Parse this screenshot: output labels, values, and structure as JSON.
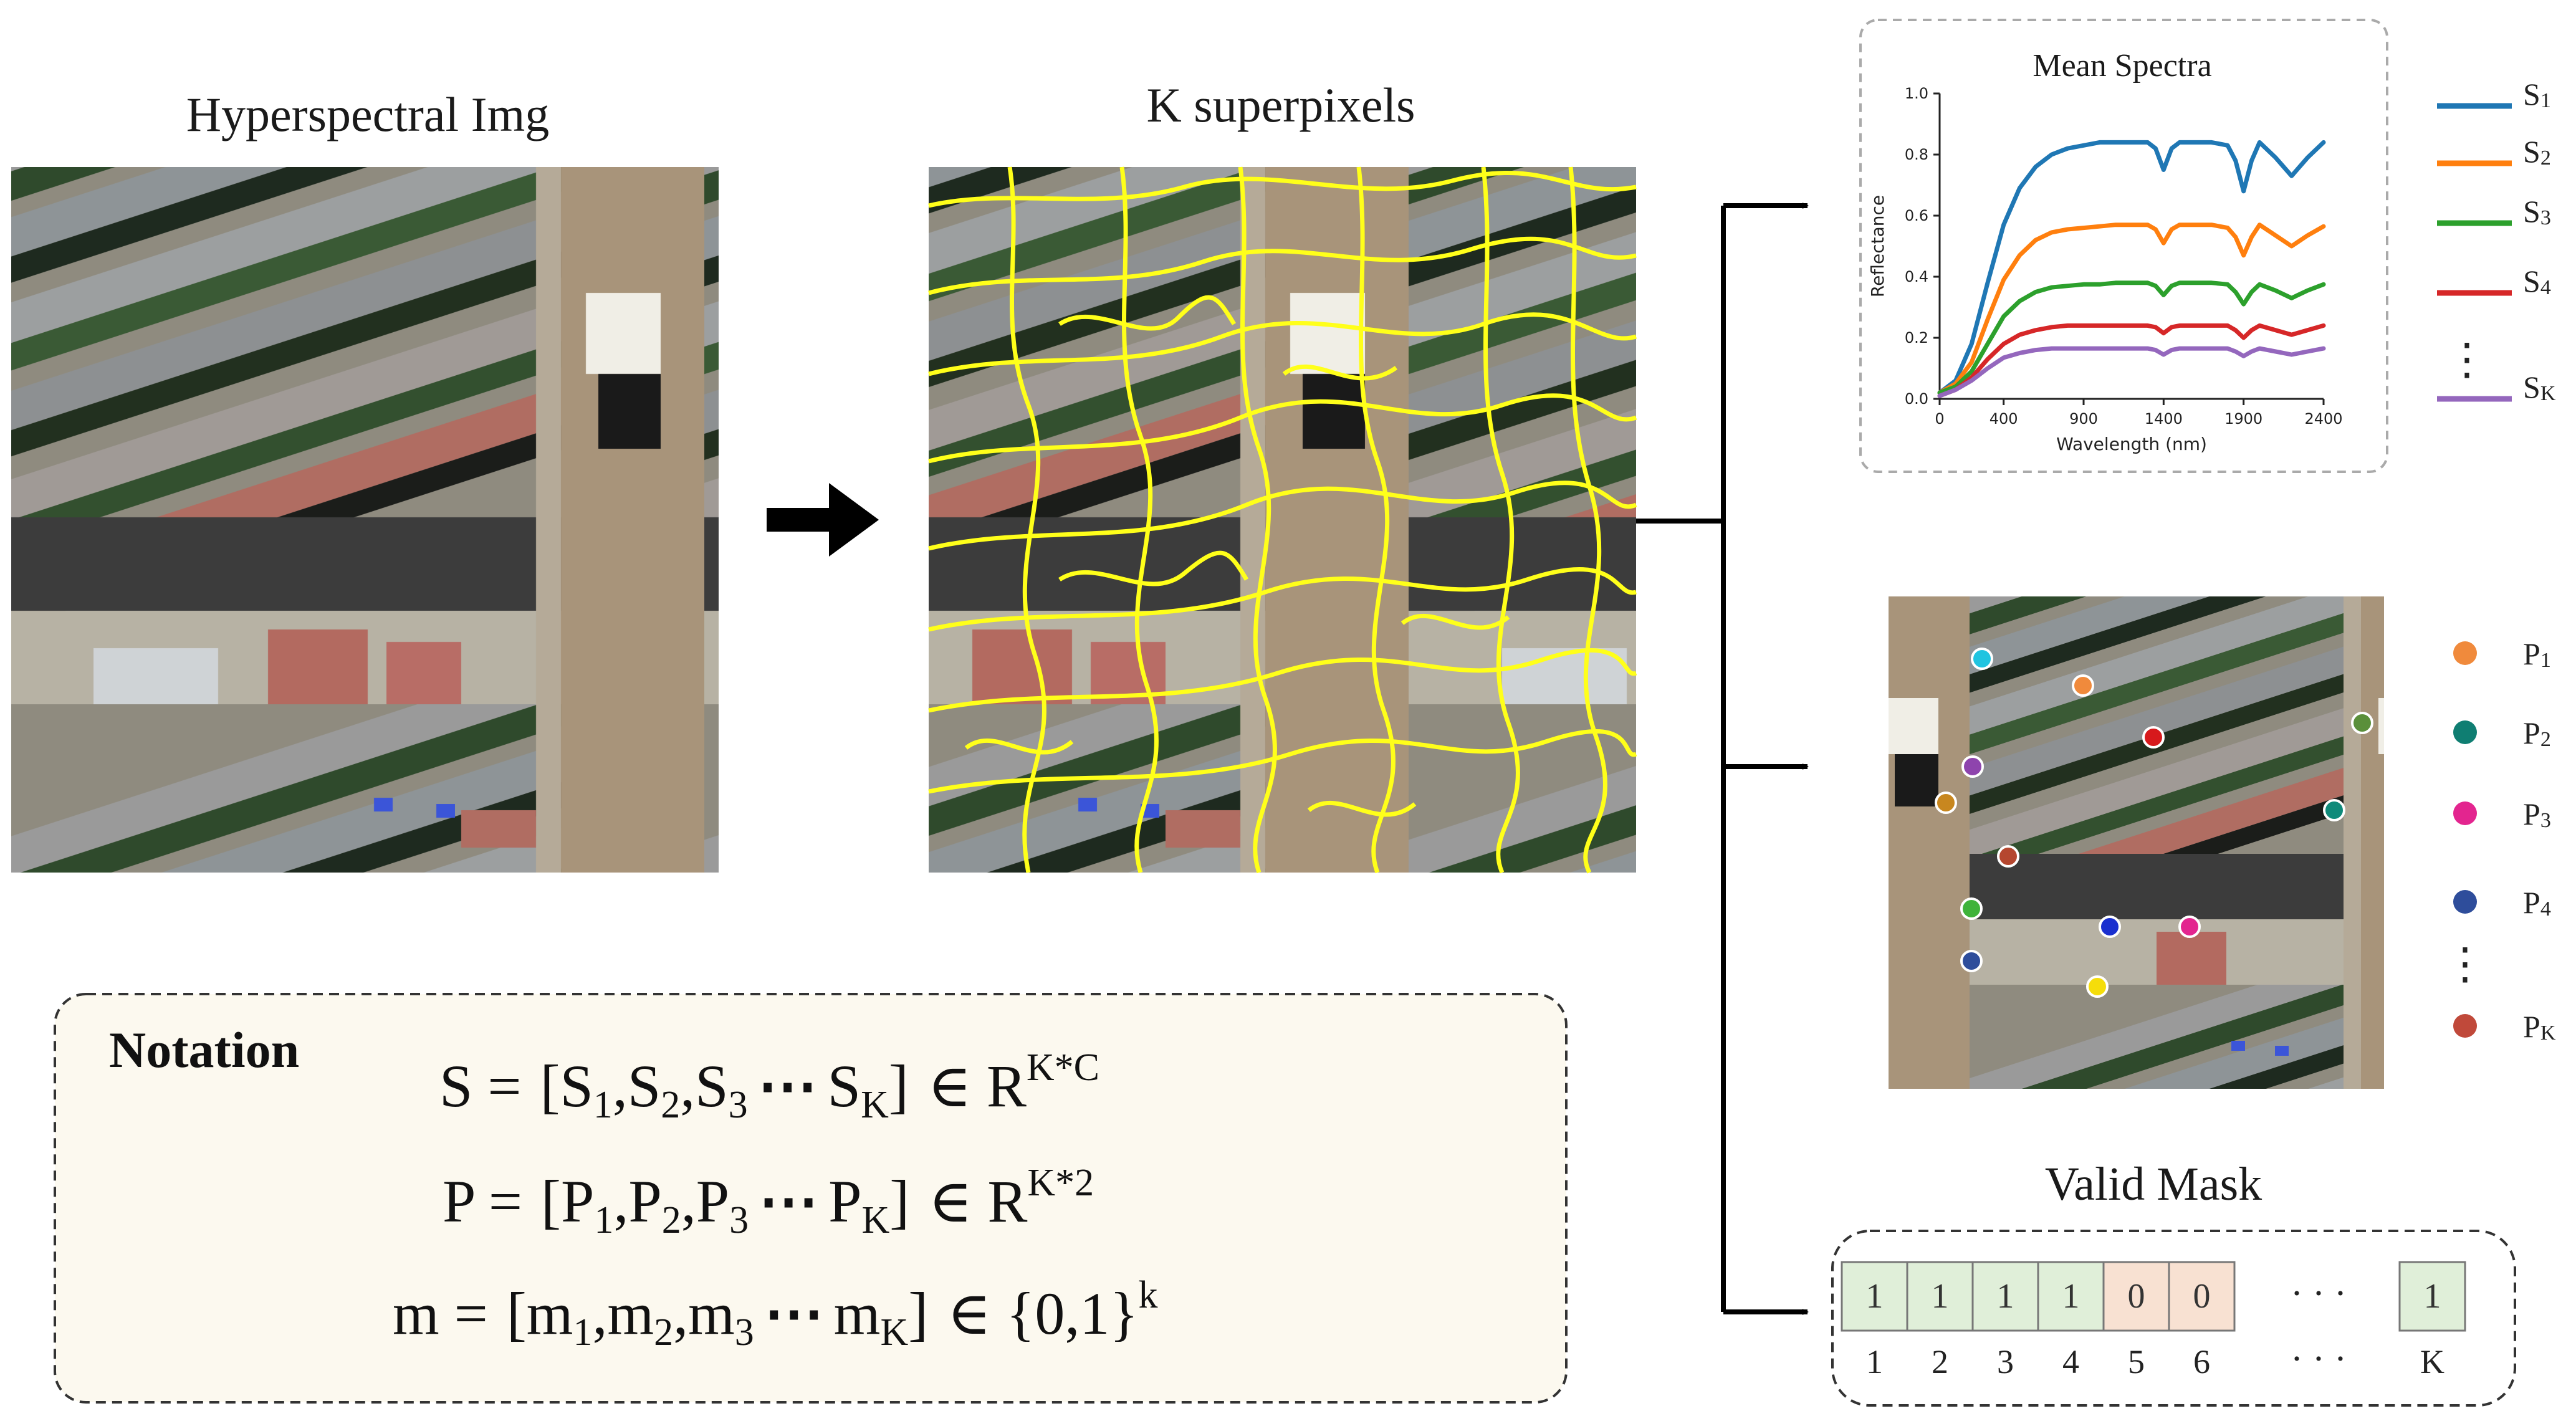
{
  "labels": {
    "hyperspectral_title": "Hyperspectral Img",
    "superpixel_title": "K superpixels",
    "valid_mask_title": "Valid Mask"
  },
  "chart_data": {
    "type": "line",
    "title": "Mean Spectra",
    "xlabel": "Wavelength (nm)",
    "ylabel": "Reflectance",
    "xlim": [
      0,
      2400
    ],
    "ylim": [
      0,
      1.0
    ],
    "xticks": [
      "0",
      "400",
      "900",
      "1400",
      "1900",
      "2400"
    ],
    "yticks": [
      "0.0",
      "0.2",
      "0.4",
      "0.6",
      "0.8",
      "1.0"
    ],
    "legend_position": "right, outside plot",
    "x": [
      0,
      100,
      200,
      300,
      400,
      500,
      600,
      700,
      800,
      900,
      1000,
      1100,
      1200,
      1300,
      1350,
      1400,
      1450,
      1500,
      1600,
      1700,
      1800,
      1850,
      1900,
      1950,
      2000,
      2100,
      2200,
      2300,
      2400
    ],
    "series": [
      {
        "name": "S",
        "sub": "1",
        "color": "#1f77b4",
        "values": [
          0.02,
          0.06,
          0.18,
          0.38,
          0.57,
          0.69,
          0.76,
          0.8,
          0.82,
          0.83,
          0.84,
          0.84,
          0.84,
          0.84,
          0.82,
          0.75,
          0.82,
          0.84,
          0.84,
          0.84,
          0.83,
          0.78,
          0.68,
          0.78,
          0.84,
          0.79,
          0.73,
          0.79,
          0.84
        ]
      },
      {
        "name": "S",
        "sub": "2",
        "color": "#ff7f0e",
        "values": [
          0.02,
          0.05,
          0.12,
          0.26,
          0.39,
          0.47,
          0.52,
          0.545,
          0.555,
          0.56,
          0.565,
          0.57,
          0.57,
          0.57,
          0.555,
          0.51,
          0.555,
          0.57,
          0.57,
          0.57,
          0.56,
          0.53,
          0.47,
          0.53,
          0.57,
          0.535,
          0.5,
          0.535,
          0.565
        ]
      },
      {
        "name": "S",
        "sub": "3",
        "color": "#2ca02c",
        "values": [
          0.02,
          0.04,
          0.09,
          0.18,
          0.27,
          0.32,
          0.35,
          0.365,
          0.37,
          0.375,
          0.375,
          0.38,
          0.38,
          0.38,
          0.37,
          0.34,
          0.37,
          0.38,
          0.38,
          0.38,
          0.375,
          0.35,
          0.31,
          0.35,
          0.375,
          0.355,
          0.33,
          0.355,
          0.375
        ]
      },
      {
        "name": "S",
        "sub": "4",
        "color": "#d62728",
        "values": [
          0.01,
          0.03,
          0.07,
          0.13,
          0.18,
          0.21,
          0.225,
          0.235,
          0.24,
          0.24,
          0.24,
          0.24,
          0.24,
          0.24,
          0.235,
          0.215,
          0.235,
          0.24,
          0.24,
          0.24,
          0.24,
          0.225,
          0.2,
          0.225,
          0.24,
          0.225,
          0.21,
          0.225,
          0.24
        ]
      },
      {
        "name": "S",
        "sub": "K",
        "color": "#9467bd",
        "values": [
          0.01,
          0.03,
          0.06,
          0.1,
          0.135,
          0.15,
          0.16,
          0.165,
          0.165,
          0.165,
          0.165,
          0.165,
          0.165,
          0.165,
          0.16,
          0.145,
          0.16,
          0.165,
          0.165,
          0.165,
          0.165,
          0.155,
          0.14,
          0.155,
          0.165,
          0.155,
          0.145,
          0.155,
          0.165
        ]
      }
    ]
  },
  "legends": {
    "spectra_ellipsis": "⋮",
    "positions": [
      {
        "name": "P",
        "sub": "1",
        "color": "#f08a3c"
      },
      {
        "name": "P",
        "sub": "2",
        "color": "#0f7e72"
      },
      {
        "name": "P",
        "sub": "3",
        "color": "#e3258f"
      },
      {
        "name": "P",
        "sub": "4",
        "color": "#2e4d9b"
      },
      {
        "name": "P",
        "sub": "K",
        "color": "#c0493a"
      }
    ],
    "positions_ellipsis": "⋮"
  },
  "centroid_colors": [
    "#20c4e0",
    "#f08a3c",
    "#d7191c",
    "#8e44ad",
    "#c8871f",
    "#b5472f",
    "#3fb33a",
    "#1a2fcf",
    "#e3258f",
    "#2e4d9b",
    "#f5dd0a",
    "#0f8a7a",
    "#5a8f3a"
  ],
  "mask": {
    "values": [
      "1",
      "1",
      "1",
      "1",
      "0",
      "0",
      "1"
    ],
    "indices": [
      "1",
      "2",
      "3",
      "4",
      "5",
      "6",
      "K"
    ],
    "ellipsis": "· · ·",
    "index_ellipsis": "· · ·",
    "color_one": "#e0efd9",
    "color_zero": "#f8e1d2"
  },
  "notation": {
    "heading": "Notation",
    "line1": {
      "lhs": "S =",
      "open": "[",
      "v": "S",
      "s1": "1",
      "s2": "2",
      "s3": "3",
      "sK": "K",
      "dots": "⋯",
      "in": "∈ R",
      "sup": "K*C"
    },
    "line2": {
      "lhs": "P =",
      "open": "[",
      "v": "P",
      "s1": "1",
      "s2": "2",
      "s3": "3",
      "sK": "K",
      "dots": "⋯",
      "in": "∈ R",
      "sup": "K*2"
    },
    "line3": {
      "lhs": "m =",
      "open": "[",
      "v": "m",
      "s1": "1",
      "s2": "2",
      "s3": "3",
      "sK": "K",
      "dots": "⋯",
      "in": "∈ {0,1}",
      "sup": "k"
    }
  }
}
